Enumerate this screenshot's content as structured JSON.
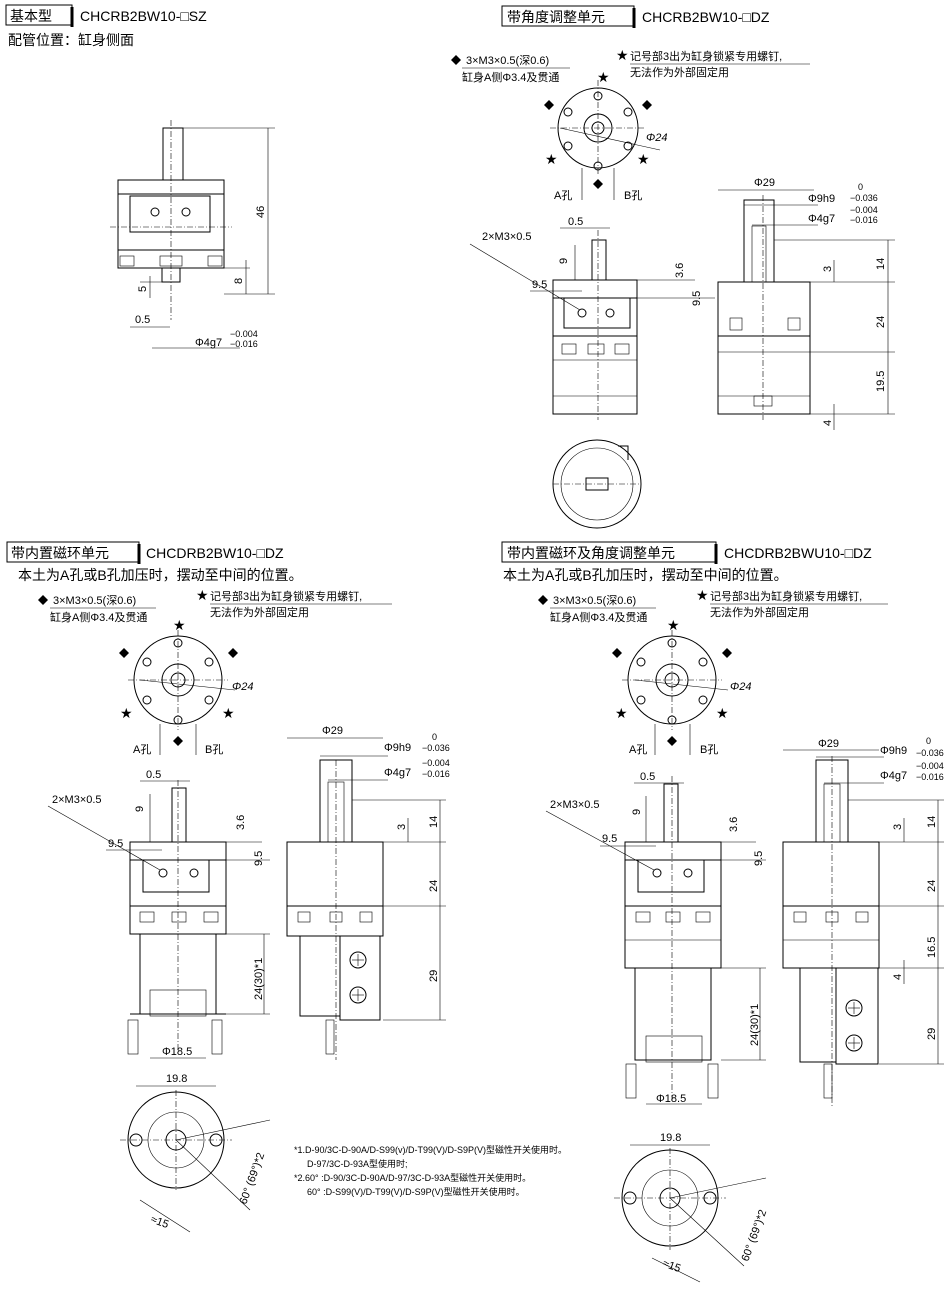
{
  "sections": {
    "basic": {
      "tag": "基本型",
      "model": "CHCRB2BW10-□SZ",
      "piping": "配管位置：缸身侧面",
      "dims": {
        "h46": "46",
        "h8": "8",
        "h5": "5",
        "w05": "0.5",
        "shaft": "Φ4g7",
        "tol_up": "−0.004",
        "tol_dn": "−0.016"
      }
    },
    "angle": {
      "tag": "带角度调整单元",
      "model": "CHCRB2BW10-□DZ",
      "note1": "3×M3×0.5(深0.6)",
      "note1b": "缸身A侧Φ3.4及贯通",
      "note2": "记号部3出为缸身锁紧专用螺钉,",
      "note2b": "无法作为外部固定用",
      "d24": "Φ24",
      "portA": "A孔",
      "portB": "B孔",
      "d29": "Φ29",
      "d9": "Φ9h9",
      "d9_up": "0",
      "d9_dn": "−0.036",
      "d4": "Φ4g7",
      "d4_up": "−0.004",
      "d4_dn": "−0.016",
      "m3": "2×M3×0.5",
      "w05": "0.5",
      "v9": "9",
      "v36": "3.6",
      "v95a": "9.5",
      "v95b": "9.5",
      "v3": "3",
      "v14": "14",
      "v24": "24",
      "v195": "19.5",
      "v4": "4"
    },
    "mag": {
      "tag": "带内置磁环单元",
      "model": "CHCDRB2BW10-□DZ",
      "desc": "本土为A孔或B孔加压时，摆动至中间的位置。",
      "note1": "3×M3×0.5(深0.6)",
      "note1b": "缸身A侧Φ3.4及贯通",
      "note2": "记号部3出为缸身锁紧专用螺钉,",
      "note2b": "无法作为外部固定用",
      "d24": "Φ24",
      "portA": "A孔",
      "portB": "B孔",
      "d29": "Φ29",
      "d9": "Φ9h9",
      "d9_up": "0",
      "d9_dn": "−0.036",
      "d4": "Φ4g7",
      "d4_up": "−0.004",
      "d4_dn": "−0.016",
      "m3": "2×M3×0.5",
      "w05": "0.5",
      "v9": "9",
      "v36": "3.6",
      "v95a": "9.5",
      "v95b": "9.5",
      "v3": "3",
      "v14": "14",
      "v24": "24",
      "v29": "29",
      "v2430": "24(30)*1",
      "d185": "Φ18.5",
      "w198": "19.8",
      "ang": "60° (69°)*2",
      "r15": "≈15"
    },
    "magangle": {
      "tag": "带内置磁环及角度调整单元",
      "model": "CHCDRB2BWU10-□DZ",
      "desc": "本土为A孔或B孔加压时，摆动至中间的位置。",
      "note1": "3×M3×0.5(深0.6)",
      "note1b": "缸身A侧Φ3.4及贯通",
      "note2": "记号部3出为缸身锁紧专用螺钉,",
      "note2b": "无法作为外部固定用",
      "d24": "Φ24",
      "portA": "A孔",
      "portB": "B孔",
      "d29": "Φ29",
      "d9": "Φ9h9",
      "d9_up": "0",
      "d9_dn": "−0.036",
      "d4": "Φ4g7",
      "d4_up": "−0.004",
      "d4_dn": "−0.016",
      "m3": "2×M3×0.5",
      "w05": "0.5",
      "v9": "9",
      "v36": "3.6",
      "v95a": "9.5",
      "v95b": "9.5",
      "v3": "3",
      "v14": "14",
      "v24": "24",
      "v165": "16.5",
      "v4": "4",
      "v29": "29",
      "v2430": "24(30)*1",
      "d185": "Φ18.5",
      "w198": "19.8",
      "ang": "60° (69°)*2",
      "r15": "≈15"
    }
  },
  "footnotes": {
    "f1": "*1.D-90/3C-D-90A/D-S99(v)/D-T99(V)/D-S9P(V)型磁性开关使用时。",
    "f1b": "D-97/3C-D-93A型使用时;",
    "f2": "*2.60°  :D-90/3C-D-90A/D-97/3C-D-93A型磁性开关使用时。",
    "f2b": "60°  :D-S99(V)/D-T99(V)/D-S9P(V)型磁性开关使用时。"
  }
}
